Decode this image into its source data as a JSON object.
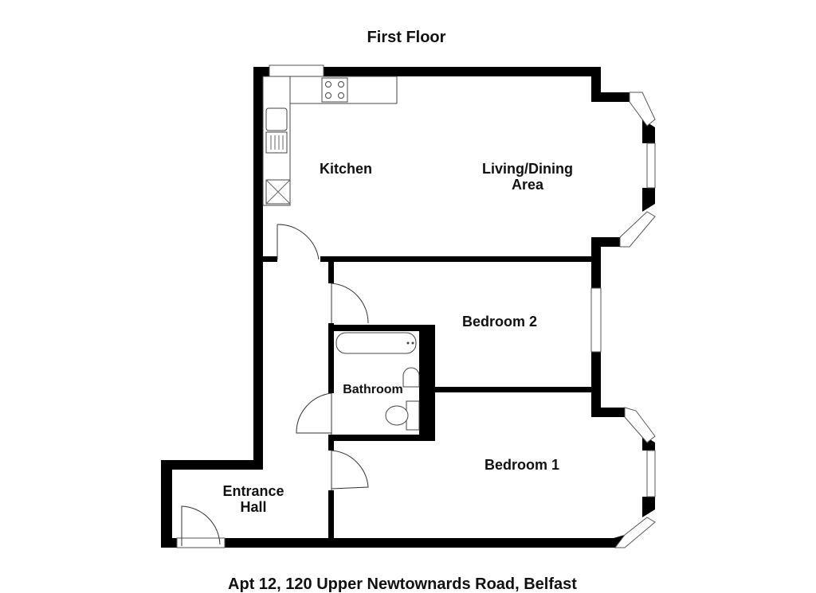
{
  "plan": {
    "title": "First Floor",
    "address": "Apt 12, 120 Upper Newtownards Road, Belfast",
    "rooms": {
      "kitchen": "Kitchen",
      "living_line1": "Living/Dining",
      "living_line2": "Area",
      "bedroom2": "Bedroom 2",
      "bathroom": "Bathroom",
      "bedroom1": "Bedroom 1",
      "hall_line1": "Entrance",
      "hall_line2": "Hall"
    }
  }
}
